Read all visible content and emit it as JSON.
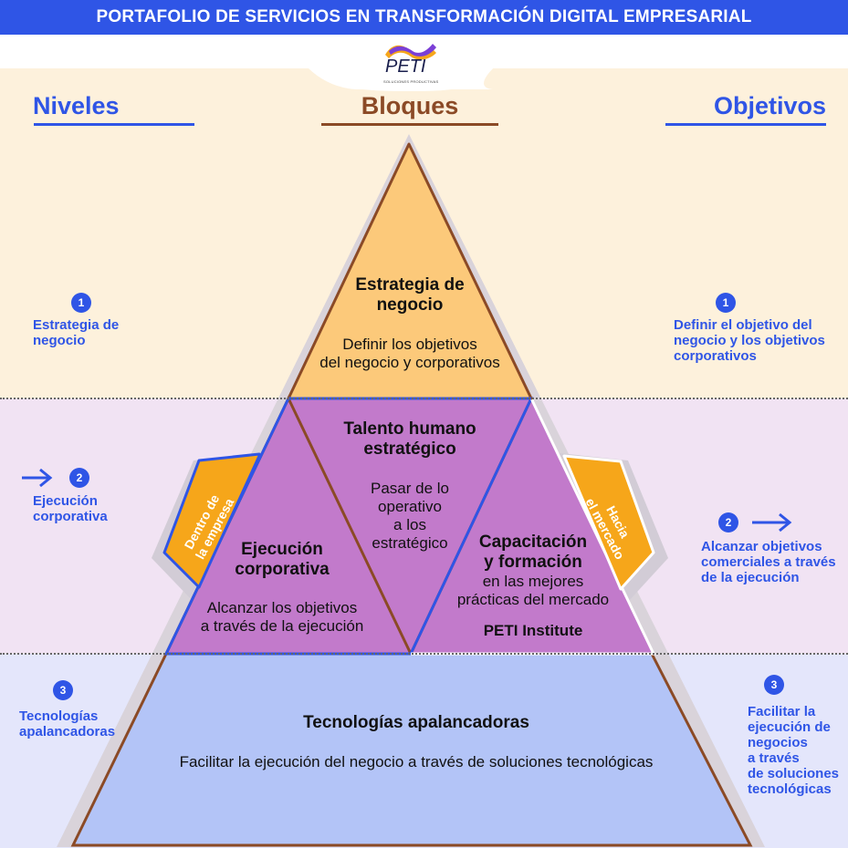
{
  "header": {
    "title": "PORTAFOLIO DE SERVICIOS EN TRANSFORMACIÓN DIGITAL EMPRESARIAL"
  },
  "logo": {
    "name": "PETI",
    "tagline": "SOLUCIONES PRODUCTIVAS"
  },
  "columns": {
    "left": "Niveles",
    "center": "Bloques",
    "right": "Objetivos"
  },
  "levels": [
    {
      "number": "1",
      "label": "Estrategia de\nnegocio"
    },
    {
      "number": "2",
      "label": "Ejecución\ncorporativa"
    },
    {
      "number": "3",
      "label": "Tecnologías\napalancadoras"
    }
  ],
  "objectives": [
    {
      "number": "1",
      "label": "Definir el objetivo del\nnegocio y los objetivos\ncorporativos"
    },
    {
      "number": "2",
      "label": "Alcanzar objetivos\ncomerciales a través\nde la ejecución"
    },
    {
      "number": "3",
      "label": "Facilitar la\nejecución de\nnegocios\na través\nde soluciones\ntecnológicas"
    }
  ],
  "blocks": {
    "strategy": {
      "title": "Estrategia de\nnegocio",
      "text": "Definir los objetivos\ndel negocio y corporativos"
    },
    "talent": {
      "title": "Talento humano\nestratégico",
      "text": "Pasar de lo\noperativo\na los\nestratégico"
    },
    "execution": {
      "title": "Ejecución\ncorporativa",
      "text": "Alcanzar los objetivos\na través de la ejecución"
    },
    "training": {
      "title": "Capacitación\ny formación",
      "text": "en las mejores\nprácticas del mercado",
      "footer": "PETI Institute"
    },
    "technology": {
      "title": "Tecnologías apalancadoras",
      "text": "Facilitar la ejecución del negocio a través de soluciones tecnológicas"
    }
  },
  "side_arrows": {
    "inward": "Dentro de\nla empresa",
    "outward": "Hacia\nel mercado"
  },
  "colors": {
    "brand_blue": "#2f55e6",
    "brown": "#8b4a26",
    "top_block": "#fcc97a",
    "middle_block": "#c27acb",
    "base_block": "#b3c4f7",
    "arrow_orange": "#f6a61a"
  }
}
